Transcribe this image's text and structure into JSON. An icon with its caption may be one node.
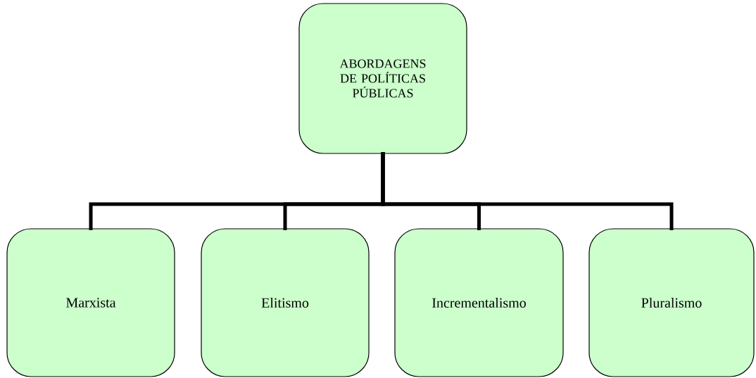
{
  "diagram": {
    "nodes": [
      {
        "text": [
          "ABORDAGENS DE POLÍTICAS PÚBLICAS"
        ]
      },
      {
        "text": [
          "Marxista"
        ]
      },
      {
        "text": [
          "Elitismo"
        ]
      },
      {
        "text": [
          "Incrementalismo"
        ]
      },
      {
        "text": [
          "Pluralismo"
        ]
      }
    ],
    "edges": [
      {
        "from": 0,
        "to": 1,
        "arrow": "none"
      },
      {
        "from": 0,
        "to": 2,
        "arrow": "none"
      },
      {
        "from": 0,
        "to": 3,
        "arrow": "none"
      },
      {
        "from": 0,
        "to": 4,
        "arrow": "none"
      }
    ]
  }
}
